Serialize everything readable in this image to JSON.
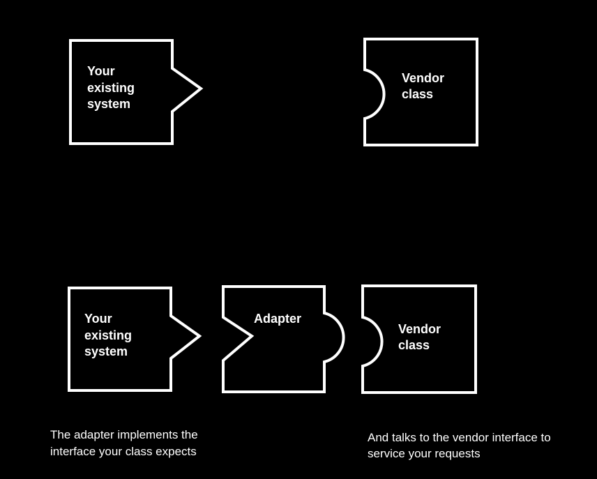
{
  "top_row": {
    "existing_system": {
      "lines": [
        "Your",
        "existing",
        "system"
      ]
    },
    "vendor_class": {
      "lines": [
        "Vendor",
        "class"
      ]
    }
  },
  "bottom_row": {
    "existing_system": {
      "lines": [
        "Your",
        "existing",
        "system"
      ]
    },
    "adapter": {
      "label": "Adapter"
    },
    "vendor_class": {
      "lines": [
        "Vendor",
        "class"
      ]
    }
  },
  "captions": {
    "left": [
      "The adapter implements the",
      "interface your class expects"
    ],
    "right": [
      "And talks to the vendor interface to",
      "service your requests"
    ]
  },
  "colors": {
    "background": "#000000",
    "stroke": "#ffffff",
    "text": "#ffffff"
  }
}
